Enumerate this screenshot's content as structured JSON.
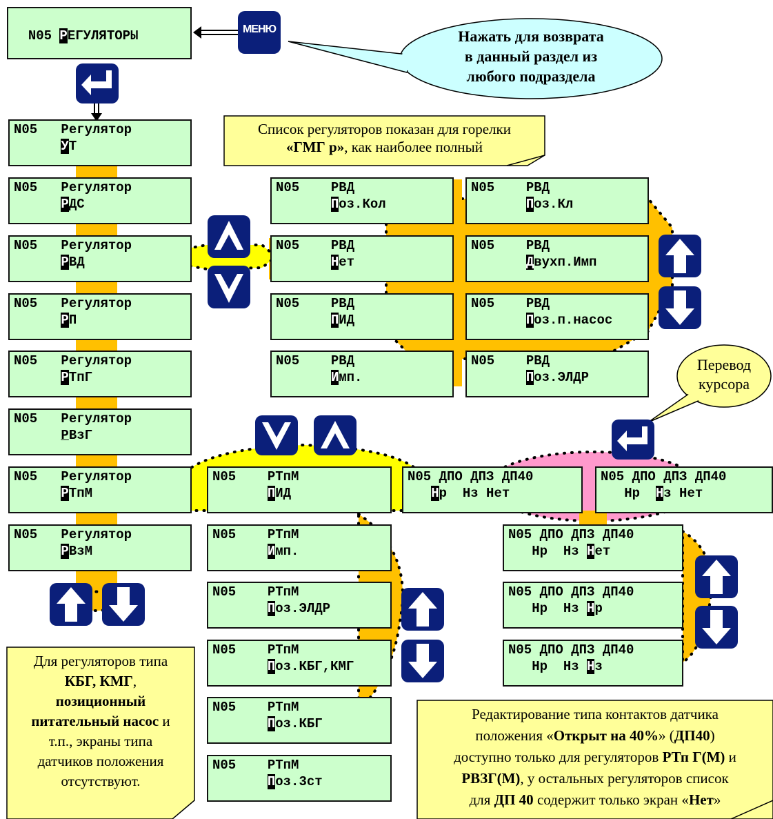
{
  "colors": {
    "lcd_bg": "#ccffcc",
    "key_bg": "#0b1f7a",
    "highlight_orange": "#ffc000",
    "highlight_yellow": "#ffff00",
    "highlight_pink": "#ff99cc",
    "note_bg": "#ffff99",
    "bubble_bg": "#ccffff"
  },
  "icons": [
    "menu-key",
    "enter-key",
    "up-arrow-key",
    "down-arrow-key",
    "up-triangle-key",
    "down-triangle-key"
  ],
  "menu_key": {
    "label": "МЕНЮ"
  },
  "menu_bubble": {
    "line1": "Нажать для возврата",
    "line2": "в данный раздел из",
    "line3": "любого подраздела"
  },
  "burner_note": {
    "line1": "Список регуляторов показан для горелки",
    "line2_bold": "«ГМГ р»",
    "line2_rest": ", как наиболее полный"
  },
  "cursor_note": {
    "line1": "Перевод",
    "line2": "курсора"
  },
  "top_screen": {
    "prefix": "N05 ",
    "cursor": "Р",
    "rest": "ЕГУЛЯТОРЫ"
  },
  "regulators": [
    {
      "l1": "N05   Регулятор",
      "cur": "У",
      "rest": "Т"
    },
    {
      "l1": "N05   Регулятор",
      "cur": "Р",
      "rest": "ДС"
    },
    {
      "l1": "N05   Регулятор",
      "cur": "Р",
      "rest": "ВД"
    },
    {
      "l1": "N05   Регулятор",
      "cur": "Р",
      "rest": "П"
    },
    {
      "l1": "N05   Регулятор",
      "cur": "Р",
      "rest": "ТпГ"
    },
    {
      "l1": "N05   Регулятор",
      "cur": "Р",
      "rest": "ВзГ"
    },
    {
      "l1": "N05   Регулятор",
      "cur": "Р",
      "rest": "ТпМ"
    },
    {
      "l1": "N05   Регулятор",
      "cur": "Р",
      "rest": "ВзМ"
    }
  ],
  "rvd_screens": [
    {
      "l1": "N05    РВД",
      "cur": "П",
      "rest": "оз.Кол"
    },
    {
      "l1": "N05    РВД",
      "cur": "П",
      "rest": "оз.Кл"
    },
    {
      "l1": "N05    РВД",
      "cur": "Н",
      "rest": "ет"
    },
    {
      "l1": "N05    РВД",
      "cur": "Д",
      "rest": "вухп.Имп"
    },
    {
      "l1": "N05    РВД",
      "cur": "П",
      "rest": "ИД"
    },
    {
      "l1": "N05    РВД",
      "cur": "П",
      "rest": "оз.п.насос"
    },
    {
      "l1": "N05    РВД",
      "cur": "И",
      "rest": "мп."
    },
    {
      "l1": "N05    РВД",
      "cur": "П",
      "rest": "оз.ЭЛДР"
    }
  ],
  "rtpm_screens": [
    {
      "l1": "N05    РТпМ",
      "cur": "П",
      "rest": "ИД"
    },
    {
      "l1": "N05    РТпМ",
      "cur": "И",
      "rest": "мп."
    },
    {
      "l1": "N05    РТпМ",
      "cur": "П",
      "rest": "оз.ЭЛДР"
    },
    {
      "l1": "N05    РТпМ",
      "cur": "П",
      "rest": "оз.КБГ,КМГ"
    },
    {
      "l1": "N05    РТпМ",
      "cur": "П",
      "rest": "оз.КБГ"
    },
    {
      "l1": "N05    РТпМ",
      "cur": "П",
      "rest": "оз.3ст"
    }
  ],
  "dp_screens": [
    {
      "l1": "N05 ДПО ДПЗ ДП40",
      "p": "   ",
      "c": "Н",
      "s": "р  Нз Нет"
    },
    {
      "l1": "N05 ДПО ДПЗ ДП40",
      "p": "   Нр  ",
      "c": "Н",
      "s": "з Нет"
    },
    {
      "l1": "N05 ДПО ДПЗ ДП40",
      "p": "   Нр  Нз ",
      "c": "Н",
      "s": "ет"
    },
    {
      "l1": "N05 ДПО ДПЗ ДП40",
      "p": "   Нр  Нз ",
      "c": "Н",
      "s": "р"
    },
    {
      "l1": "N05 ДПО ДПЗ ДП40",
      "p": "   Нр  Нз ",
      "c": "Н",
      "s": "з"
    }
  ],
  "left_note": {
    "t1": "Для регуляторов типа",
    "t2": "КБГ, КМГ",
    "t3": "позиционный",
    "t4": "питательный насос",
    "t4b": " и",
    "t5": "т.п., экраны типа",
    "t6": "датчиков положения",
    "t7": "отсутствуют."
  },
  "right_note": {
    "a1": "Редактирование типа контактов датчика",
    "a2": "положения «",
    "a3": "Открыт на 40%",
    "a4": "» (",
    "a5": "ДП40",
    "a6": ")",
    "a7": "доступно только для регуляторов ",
    "a8": "РТп Г(М)",
    "a9": " и",
    "a10": "РВЗГ(М)",
    "a11": ", у остальных регуляторов список",
    "a12": "для ",
    "a13": "ДП 40",
    "a14": " содержит только экран «",
    "a15": "Нет",
    "a16": "»"
  }
}
